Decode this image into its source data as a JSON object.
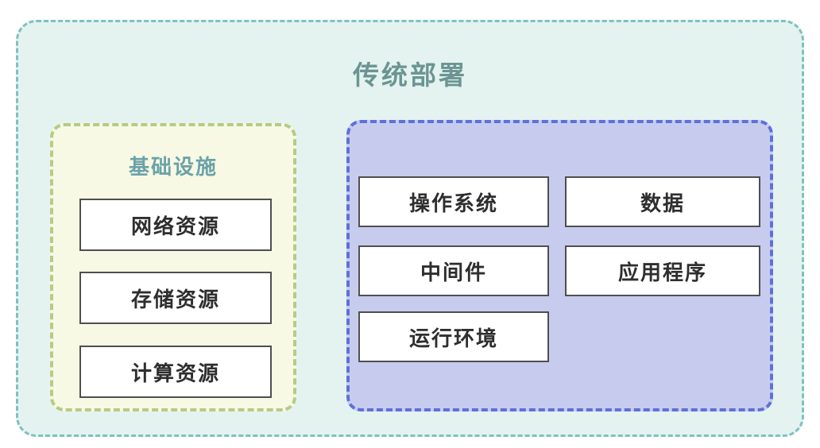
{
  "diagram": {
    "title": "传统部署",
    "infrastructure": {
      "title": "基础设施",
      "items": [
        "网络资源",
        "存储资源",
        "计算资源"
      ]
    },
    "platform": {
      "items": [
        "操作系统",
        "数据",
        "中间件",
        "应用程序",
        "运行环境"
      ]
    },
    "colors": {
      "outer_background": "#e4f3f0",
      "outer_border": "#7fc1bf",
      "title_text": "#6a9592",
      "infrastructure_background": "#f7f9e4",
      "infrastructure_border": "#b5cc85",
      "infrastructure_title_text": "#6ba2a9",
      "platform_background": "#c7ccee",
      "platform_border": "#5f70da",
      "node_background": "#ffffff",
      "node_border": "#4f4f4f",
      "node_text": "#2e2e2e"
    }
  }
}
